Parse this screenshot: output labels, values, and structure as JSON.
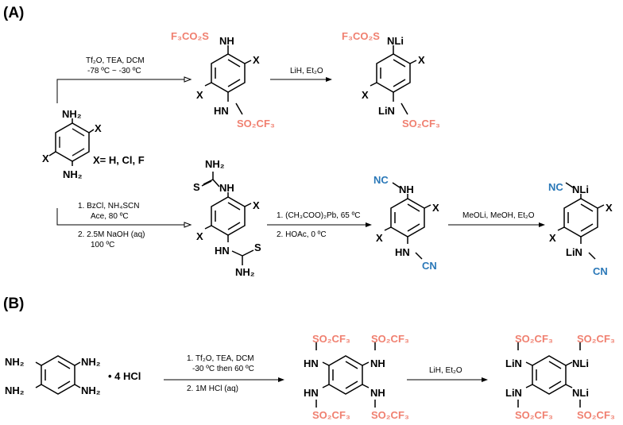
{
  "panels": {
    "a_label": "(A)",
    "b_label": "(B)"
  },
  "colors": {
    "red": "#f08070",
    "blue": "#2a78b8"
  },
  "start": {
    "x_def": "X= H, Cl, F"
  },
  "cond": {
    "a1_1": "Tf₂O, TEA, DCM",
    "a1_2": "-78 ºC ~ -30 ºC",
    "a2": "LiH, Et₂O",
    "a3_1": "1. BzCl, NH₄SCN",
    "a3_2": "Ace, 80 ºC",
    "a3_3": "2. 2.5M NaOH (aq)",
    "a3_4": "100 ºC",
    "a4_1": "1. (CH₃COO)₂Pb, 65 ºC",
    "a4_2": "2. HOAc, 0 ºC",
    "a5": "MeOLi, MeOH, Et₂O",
    "b1_1": "1. Tf₂O, TEA, DCM",
    "b1_2": "-30 ºC then 60 ºC",
    "b1_3": "2. 1M HCl (aq)",
    "b2": "LiH, Et₂O"
  },
  "salt": "• 4 HCl",
  "atoms": {
    "nh2": "NH₂",
    "nh": "NH",
    "hn": "HN",
    "nli": "NLi",
    "lin": "LiN",
    "x": "X",
    "s": "S",
    "tf_left": "F₃CO₂S",
    "tf_right": "SO₂CF₃",
    "nc": "NC",
    "cn": "CN"
  }
}
